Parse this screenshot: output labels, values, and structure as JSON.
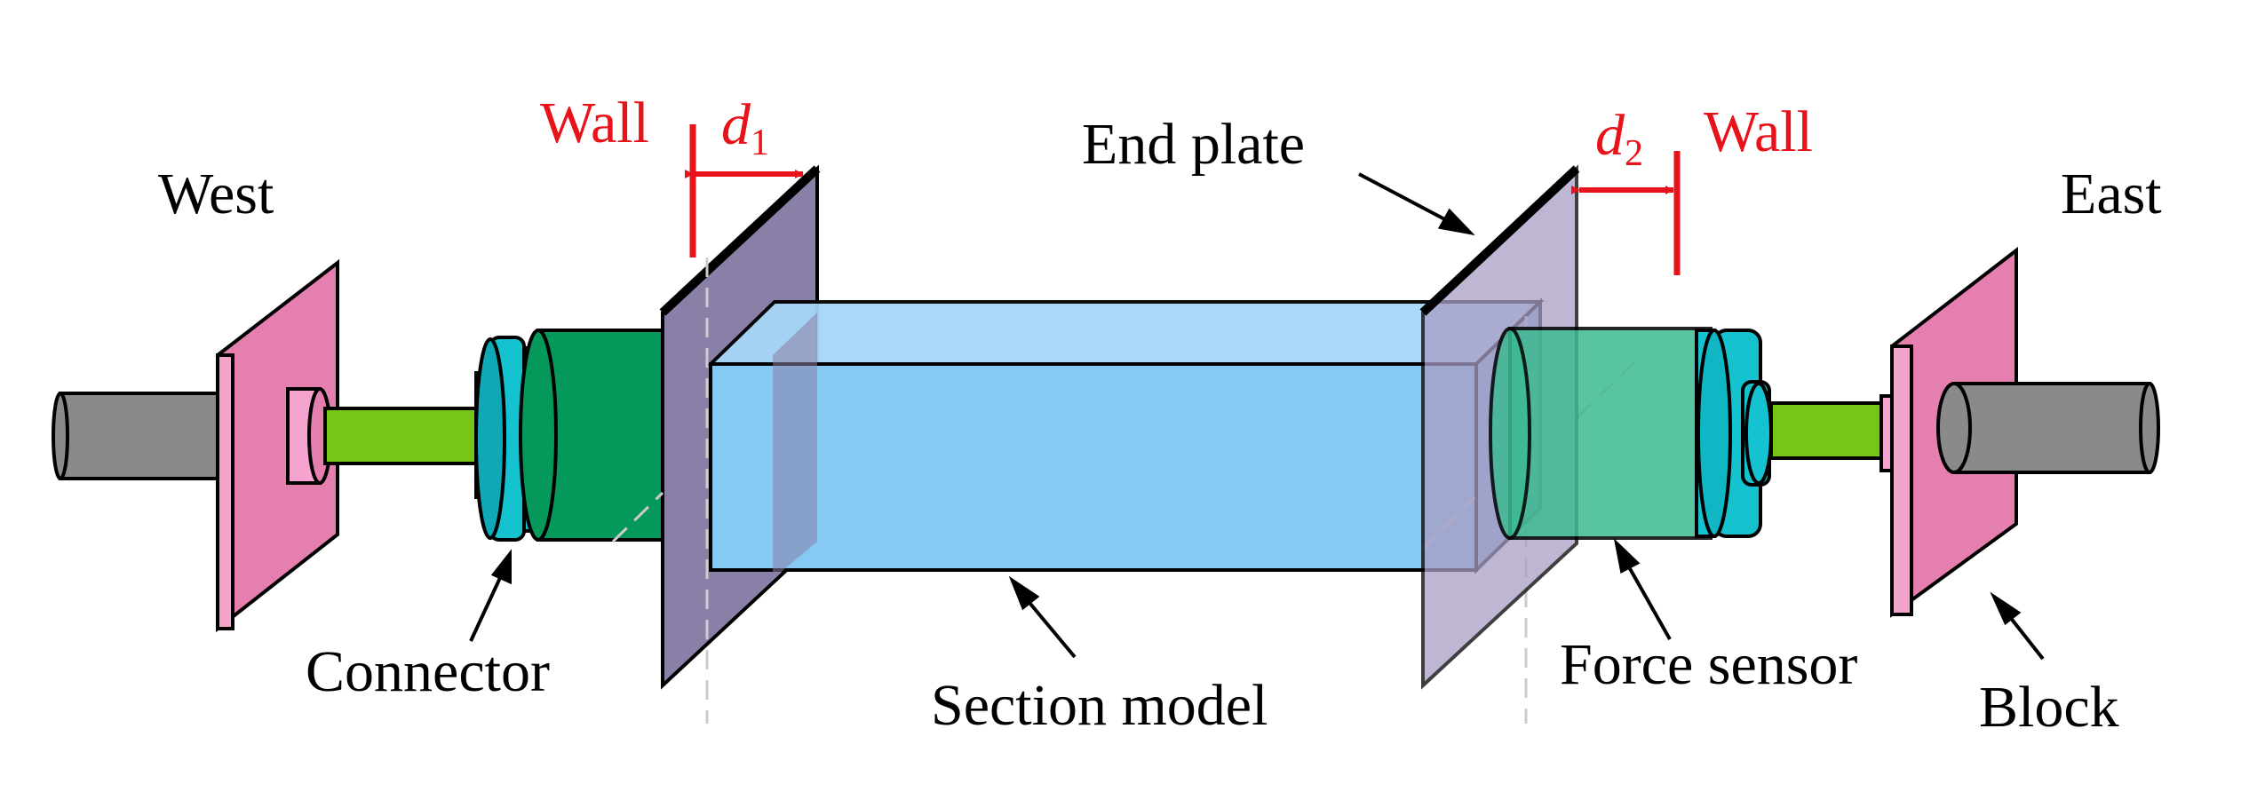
{
  "labels": {
    "west": "West",
    "east": "East",
    "wall_left": "Wall",
    "wall_right": "Wall",
    "d1": "d",
    "d1_sub": "1",
    "d2": "d",
    "d2_sub": "2",
    "end_plate": "End plate",
    "connector": "Connector",
    "section_model": "Section model",
    "force_sensor": "Force sensor",
    "block": "Block"
  },
  "colors": {
    "rod_gray": "#8a8a8a",
    "block_pink": "#e57fb0",
    "shaft_green": "#77c516",
    "connector_cyan": "#14c3cf",
    "connector_dark_green": "#04985a",
    "sensor_green": "#3dba92",
    "end_plate_purple": "#8a7fa6",
    "section_blue": "#86c9f5",
    "annotation_red": "#e8131a"
  }
}
